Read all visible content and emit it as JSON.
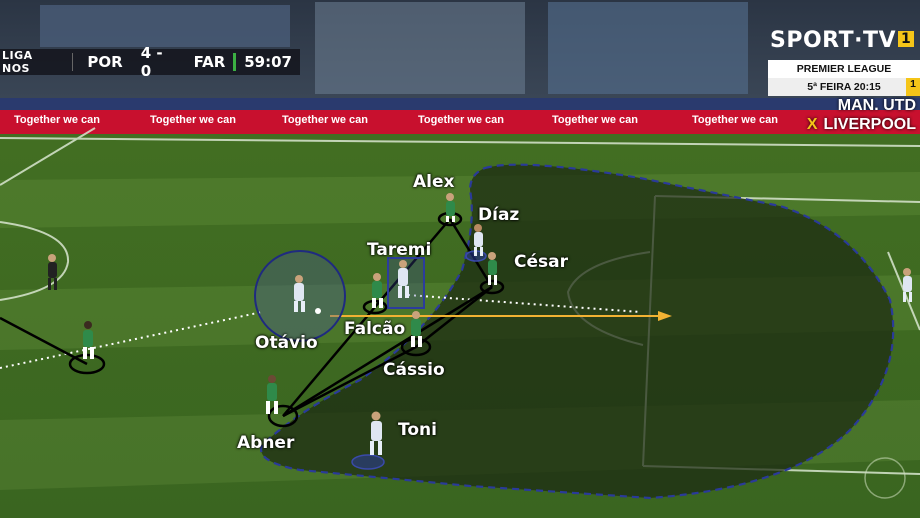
{
  "scoreboard": {
    "league": "LIGA NOS",
    "home": "POR",
    "score": "4 - 0",
    "away": "FAR",
    "clock": "59:07"
  },
  "broadcaster": {
    "name": "SPORT·TV",
    "channel": "1"
  },
  "promo": {
    "competition": "PREMIER LEAGUE",
    "time": "5ª FEIRA 20:15",
    "channel": "1",
    "team_a": "MAN. UTD",
    "vs": "X",
    "team_b": "LIVERPOOL"
  },
  "ad_board": {
    "slogan": "Together we can"
  },
  "players": {
    "alex": "Alex",
    "diaz": "Díaz",
    "taremi": "Taremi",
    "cesar": "César",
    "falcao": "Falcão",
    "otavio": "Otávio",
    "cassio": "Cássio",
    "abner": "Abner",
    "toni": "Toni"
  },
  "colors": {
    "pitch": "#3f6a1f",
    "shaded_zone": "#1c2a12",
    "zone_outline": "#2a3a9a",
    "pass_arrow": "#f2b233",
    "home_kit": "#dfe6f2",
    "away_kit": "#2f8a4a"
  }
}
